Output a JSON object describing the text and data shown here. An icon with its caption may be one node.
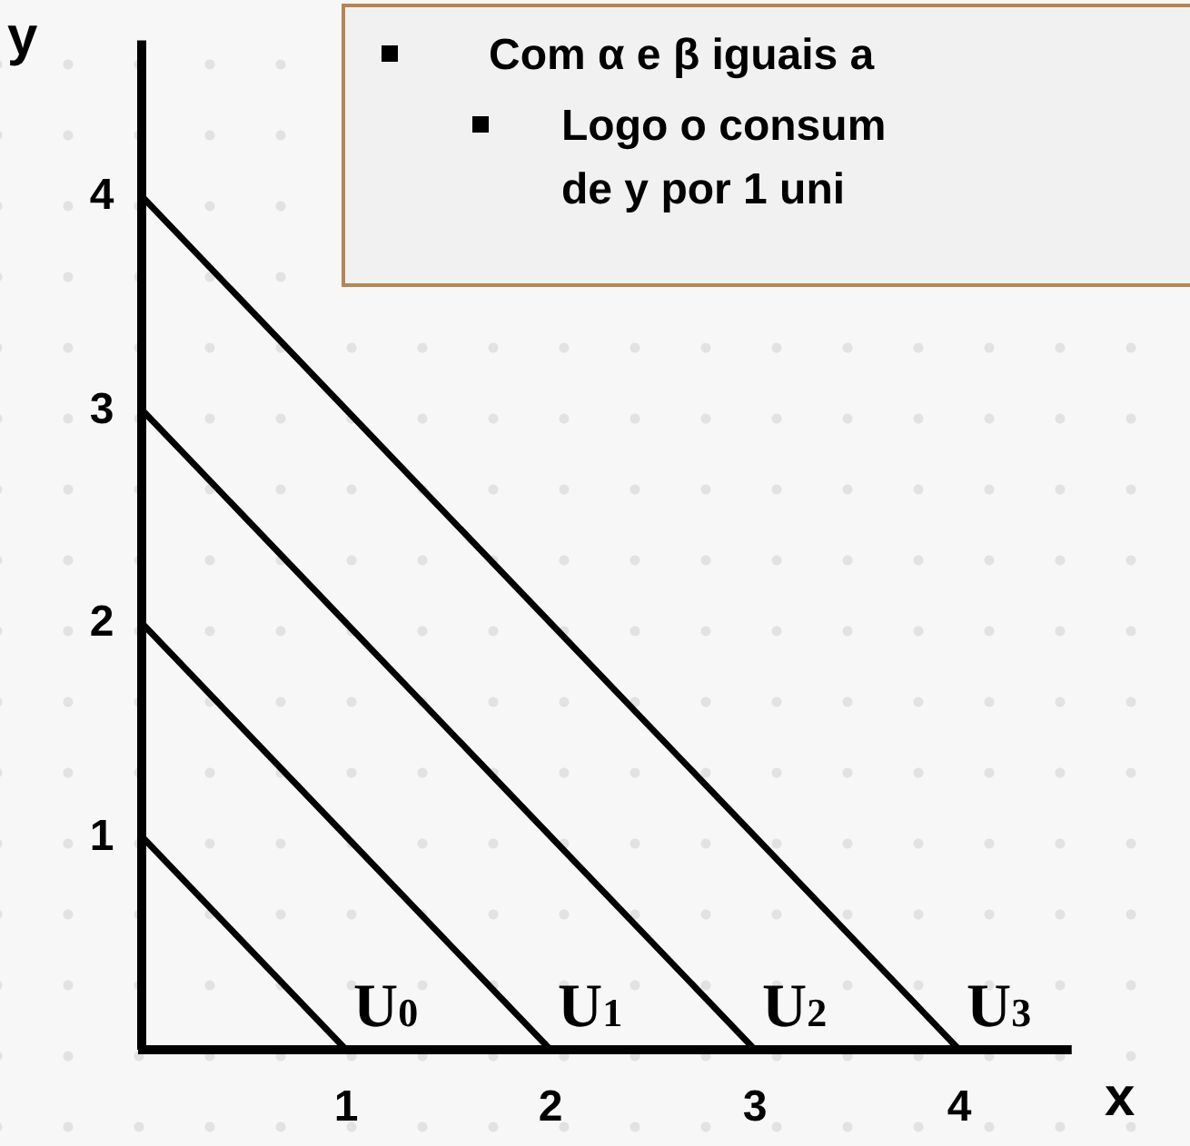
{
  "diagram": {
    "nodes": [
      {
        "text": [
          "Com α e β iguais a",
          "Logo o consum de y por 1 uni"
        ]
      }
    ],
    "chart_data": {
      "type": "line",
      "xlabel": "x",
      "ylabel": "y",
      "x": [
        0,
        1,
        2,
        3,
        4
      ],
      "series": [
        {
          "name": "U$_{0}$",
          "color": "#000000",
          "values": [
            1,
            0,
            null,
            null,
            null
          ]
        },
        {
          "name": "U$_{1}$",
          "color": "#000000",
          "values": [
            2,
            1,
            0,
            null,
            null
          ]
        },
        {
          "name": "U$_{2}$",
          "color": "#000000",
          "values": [
            3,
            2,
            1,
            0,
            null
          ]
        },
        {
          "name": "U$_{3}$",
          "color": "#000000",
          "values": [
            4,
            3,
            2,
            1,
            0
          ]
        }
      ],
      "xlim": [
        0,
        4.55
      ],
      "ylim": [
        0,
        4.73
      ],
      "xticks": [
        1,
        2,
        3,
        4
      ],
      "yticks": [
        1,
        2,
        3,
        4
      ]
    }
  }
}
